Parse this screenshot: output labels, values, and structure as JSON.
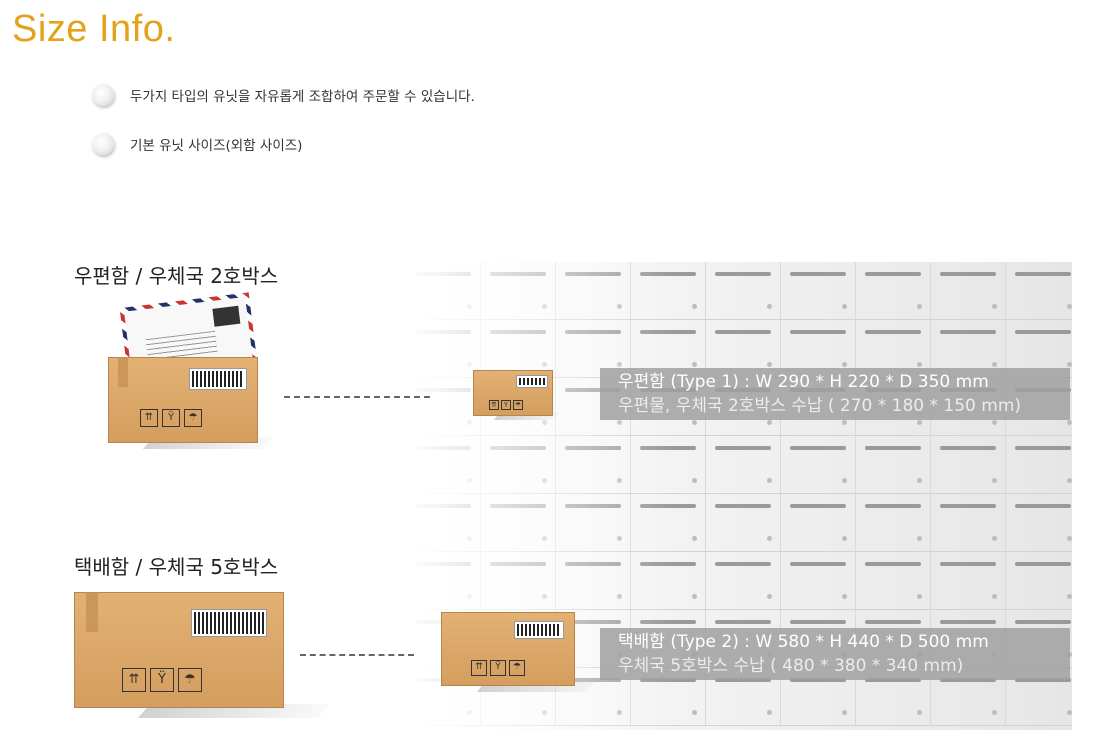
{
  "title": "Size Info.",
  "bullets": [
    "두가지 타입의 유닛을 자유롭게 조합하여 주문할 수 있습니다.",
    "기본 유닛 사이즈(외함 사이즈)"
  ],
  "types": [
    {
      "label": "우편함 / 우체국 2호박스",
      "spec": "우편함 (Type 1)   :  W 290 * H 220 * D 350   mm",
      "note": "우편물, 우체국 2호박스 수납 ( 270 * 180 * 150  mm)"
    },
    {
      "label": "택배함 / 우체국 5호박스",
      "spec": "택배함 (Type 2)   :  W 580 * H 440 * D 500   mm",
      "note": "우체국 5호박스 수납 ( 480 * 380 * 340  mm)"
    }
  ],
  "box_icons": [
    "up-arrows-icon",
    "fragile-glass-icon",
    "umbrella-icon"
  ],
  "colors": {
    "title": "#e2a21b",
    "info_bg": "#a0a0a0",
    "box": "#d9a565"
  }
}
